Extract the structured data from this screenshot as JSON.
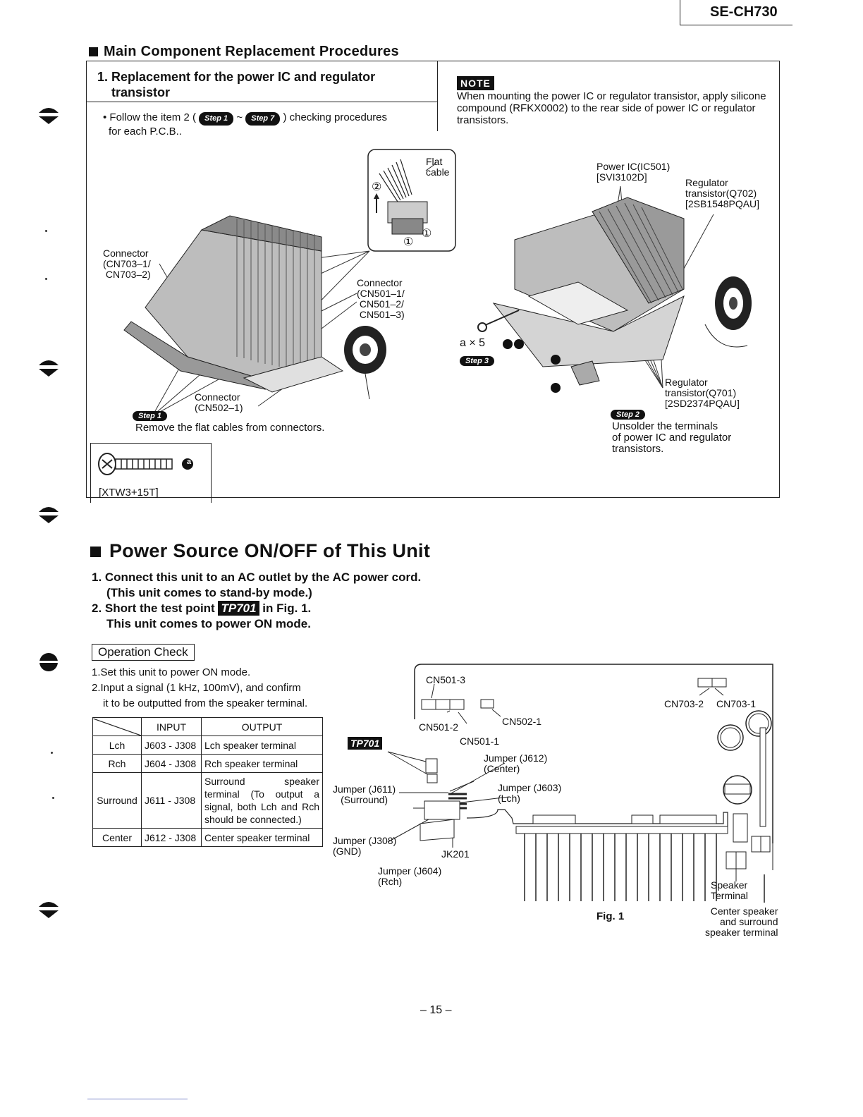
{
  "header": {
    "model": "SE-CH730"
  },
  "section1": {
    "title": "Main Component Replacement Procedures",
    "item_title_line1": "1. Replacement for the power IC and regulator",
    "item_title_line2": "transistor",
    "follow_prefix": "• Follow the item 2 (",
    "follow_step_a": "Step 1",
    "follow_sep": "~",
    "follow_step_b": "Step 7",
    "follow_suffix": ") checking procedures",
    "follow_line2": "for each P.C.B..",
    "note_tag": "NOTE",
    "note_text": "When mounting the power IC or regulator transistor, apply silicone compound (RFKX0002) to the rear side of power IC or regulator transistors.",
    "left_figure": {
      "flat_cable": "Flat\ncable",
      "connector_cn703": "Connector\n(CN703–1/\n CN703–2)",
      "connector_cn501": "Connector\n(CN501–1/\n CN501–2/\n CN501–3)",
      "connector_cn502": "Connector\n(CN502–1)",
      "circle_1": "①",
      "circle_2": "②",
      "step_label": "Step 1",
      "step_text": "Remove the flat cables from connectors.",
      "screw_code": "[XTW3+15T]",
      "screw_mark": "a"
    },
    "right_figure": {
      "power_ic": "Power IC(IC501)\n[SVI3102D]",
      "regulator_q702": "Regulator\ntransistor(Q702)\n[2SB1548PQAU]",
      "regulator_q701": "Regulator\ntransistor(Q701)\n[2SD2374PQAU]",
      "screw_count": "a × 5",
      "step3_label": "Step 3",
      "step2_label": "Step 2",
      "step2_text": "Unsolder the terminals\nof power IC and regulator\ntransistors."
    }
  },
  "section2": {
    "title": "Power Source ON/OFF of This Unit",
    "step1_line1": "1. Connect this unit to an AC outlet by the AC power cord.",
    "step1_line2": "(This unit comes to stand-by mode.)",
    "step2_prefix": "2. Short the test point",
    "step2_tp": "TP701",
    "step2_suffix": "in Fig. 1.",
    "step2_line2": "This unit comes to power ON mode.",
    "op_check_title": "Operation Check",
    "op_line1": "1.Set this unit to power ON mode.",
    "op_line2a": "2.Input a signal (1 kHz, 100mV), and confirm",
    "op_line2b": "it to be outputted from the speaker terminal.",
    "table": {
      "headers": [
        "",
        "INPUT",
        "OUTPUT"
      ],
      "rows": [
        [
          "Lch",
          "J603 - J308",
          "Lch speaker terminal"
        ],
        [
          "Rch",
          "J604 - J308",
          "Rch speaker terminal"
        ],
        [
          "Surround",
          "J611 - J308",
          "Surround speaker terminal (To output a signal, both Lch and Rch should be connected.)"
        ],
        [
          "Center",
          "J612 - J308",
          "Center speaker terminal"
        ]
      ]
    },
    "fig1": {
      "caption": "Fig. 1",
      "tp701": "TP701",
      "cn501_3": "CN501-3",
      "cn501_2": "CN501-2",
      "cn501_1": "CN501-1",
      "cn502_1": "CN502-1",
      "cn703_2": "CN703-2",
      "cn703_1": "CN703-1",
      "j612": "Jumper (J612)\n(Center)",
      "j611": "Jumper (J611)\n(Surround)",
      "j603": "Jumper (J603)\n(Lch)",
      "j308": "Jumper (J308)\n(GND)",
      "jk201": "JK201",
      "j604": "Jumper (J604)\n(Rch)",
      "speaker_terminal": "Speaker\nTerminal",
      "center_surround": "Center speaker\nand surround\nspeaker terminal"
    }
  },
  "footer": {
    "page": "– 15 –"
  }
}
